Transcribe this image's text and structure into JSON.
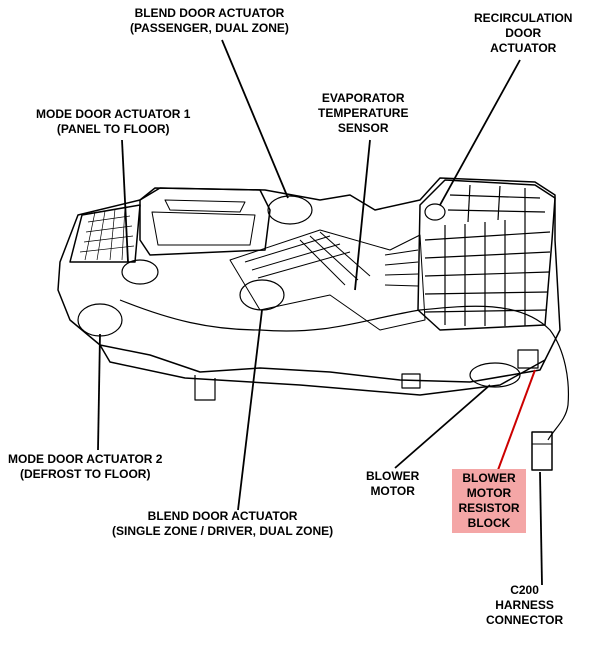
{
  "colors": {
    "line": "#000000",
    "highlight_bg": "#f4a6a6",
    "highlight_leader": "#cc0000",
    "background": "#ffffff"
  },
  "labels": {
    "blend_passenger": [
      "BLEND DOOR ACTUATOR",
      "(PASSENGER, DUAL ZONE)"
    ],
    "recirc": [
      "RECIRCULATION",
      "DOOR",
      "ACTUATOR"
    ],
    "mode1": [
      "MODE DOOR ACTUATOR 1",
      "(PANEL TO FLOOR)"
    ],
    "evap": [
      "EVAPORATOR",
      "TEMPERATURE",
      "SENSOR"
    ],
    "mode2": [
      "MODE DOOR ACTUATOR 2",
      "(DEFROST TO FLOOR)"
    ],
    "blower_motor": [
      "BLOWER",
      "MOTOR"
    ],
    "resistor": [
      "BLOWER",
      "MOTOR",
      "RESISTOR",
      "BLOCK"
    ],
    "blend_single": [
      "BLEND DOOR ACTUATOR",
      "(SINGLE ZONE / DRIVER, DUAL ZONE)"
    ],
    "c200": [
      "C200",
      "HARNESS",
      "CONNECTOR"
    ]
  }
}
